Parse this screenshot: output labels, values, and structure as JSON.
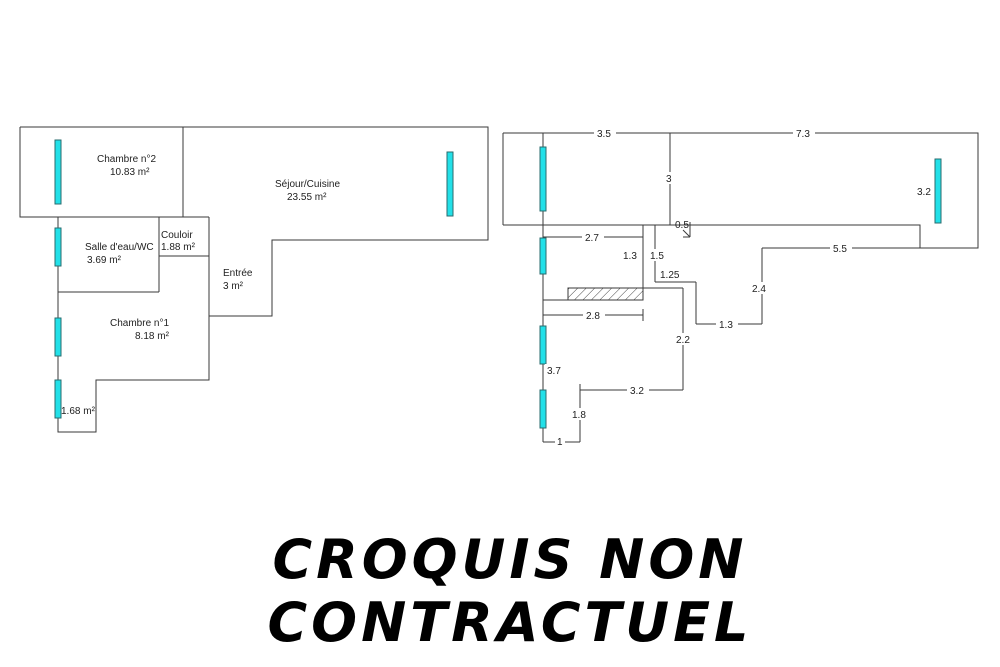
{
  "rooms": [
    {
      "name": "Chambre n°2",
      "area": "10.83  m²"
    },
    {
      "name": "Séjour/Cuisine",
      "area": "23.55 m²"
    },
    {
      "name": "Salle d'eau/WC",
      "area": "3.69  m²"
    },
    {
      "name": "Couloir",
      "area": "1.88  m²"
    },
    {
      "name": "Entrée",
      "area": "3  m²"
    },
    {
      "name": "Chambre n°1",
      "area": "8.18  m²"
    },
    {
      "name": "",
      "area": "1.68  m²"
    }
  ],
  "dimensions": {
    "d1": "3.5",
    "d2": "7.3",
    "d3": "3",
    "d4": "3.2",
    "d5": "0.5",
    "d6": "2.7",
    "d7": "1.3",
    "d8": "1.5",
    "d9": "1.25",
    "d10": "5.5",
    "d11": "2.4",
    "d12": "2.8",
    "d13": "1.3",
    "d14": "2.2",
    "d15": "3.7",
    "d16": "3.2",
    "d17": "1.8",
    "d18": "1"
  },
  "banner": "CROQUIS NON CONTRACTUEL",
  "colors": {
    "window": "#22e0e8",
    "wall": "#3a3a3a"
  }
}
